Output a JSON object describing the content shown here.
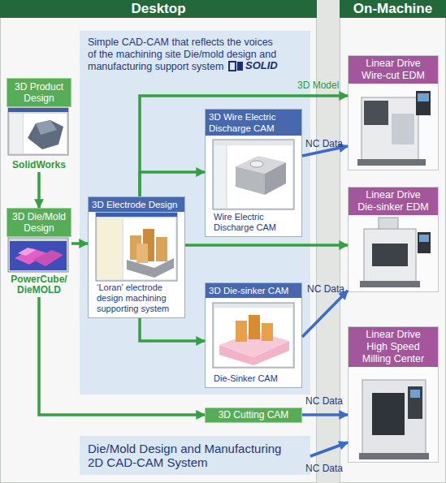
{
  "diagram": {
    "nodes": [
      {
        "text": [
          "Desktop"
        ]
      },
      {
        "text": [
          "Simple CAD-CAM that reflects the voices of the machining site Die/mold design and manufacturing support system"
        ],
        "in": 0
      },
      {
        "text": [
          "3D Product Design",
          "SolidWorks"
        ],
        "in": 0
      },
      {
        "text": [
          "3D Die/Mold Design",
          "PowerCube/ DieMOLD"
        ],
        "in": 0
      },
      {
        "text": [
          "3D Electrode Design",
          "‘Loran’ electrode design machining supporting system"
        ],
        "in": 1
      },
      {
        "text": [
          "3D Wire Electric Discharge CAM",
          "Wire Electric Discharge CAM"
        ],
        "in": 1
      },
      {
        "text": [
          "3D Die-sinker CAM",
          "Die-Sinker CAM"
        ],
        "in": 1
      },
      {
        "text": [
          "3D Cutting CAM"
        ],
        "in": 0
      },
      {
        "text": [
          "Die/Mold Design and Manufacturing 2D CAD-CAM System"
        ],
        "in": 0
      },
      {
        "text": [
          "On-Machine"
        ]
      },
      {
        "text": [
          "Linear Drive Wire-cut EDM"
        ],
        "in": 9
      },
      {
        "text": [
          "Linear Drive Die-sinker EDM"
        ],
        "in": 9
      },
      {
        "text": [
          "Linear Drive High Speed Milling Center"
        ],
        "in": 9
      }
    ],
    "edges": [
      {
        "from": 2,
        "to": 3,
        "arrow": "to"
      },
      {
        "from": 3,
        "to": 4,
        "arrow": "to"
      },
      {
        "from": 4,
        "to": 10,
        "label": "3D Model",
        "arrow": "to"
      },
      {
        "from": 4,
        "to": 5,
        "arrow": "to"
      },
      {
        "from": 4,
        "to": 11,
        "arrow": "to"
      },
      {
        "from": 4,
        "to": 6,
        "arrow": "to"
      },
      {
        "from": 3,
        "to": 7,
        "arrow": "to"
      },
      {
        "from": 5,
        "to": 10,
        "label": "NC Data",
        "arrow": "to"
      },
      {
        "from": 6,
        "to": 11,
        "label": "NC Data",
        "arrow": "to"
      },
      {
        "from": 7,
        "to": 12,
        "label": "NC Data",
        "arrow": "to"
      },
      {
        "from": 8,
        "to": 12,
        "label": "NC Data",
        "arrow": "to"
      }
    ],
    "labels": [
      "SOLID"
    ]
  }
}
